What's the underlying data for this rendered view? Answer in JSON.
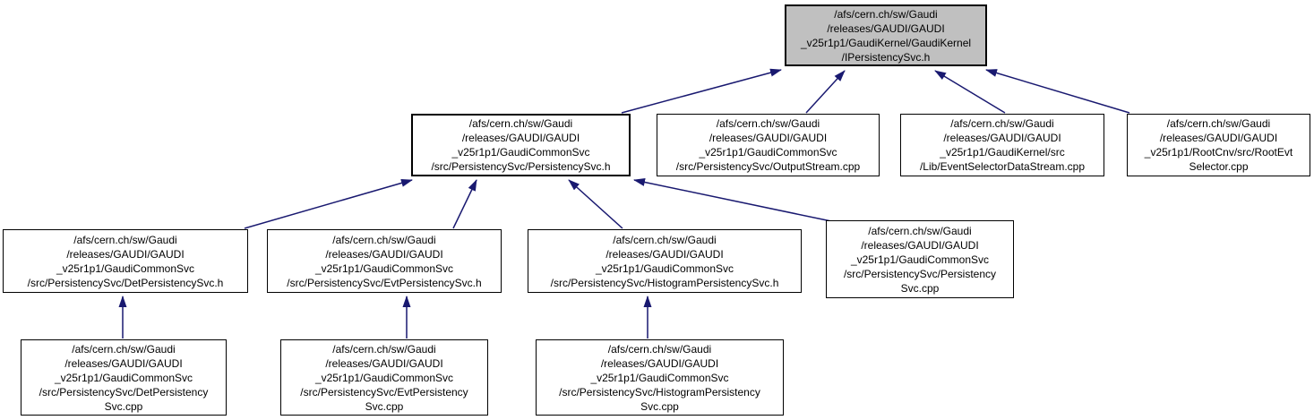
{
  "diagram": {
    "type": "include-dependency-graph",
    "description": "Doxygen 'included by' graph for IPersistencySvc.h",
    "background_color": "#ffffff",
    "edge_color": "#191970",
    "node_border_color": "#000000",
    "node_fill_color": "#ffffff",
    "root_fill_color": "#c0c0c0",
    "nodes": [
      {
        "id": "ipersistencysvc-h",
        "role": "root",
        "lines": [
          "/afs/cern.ch/sw/Gaudi",
          "/releases/GAUDI/GAUDI",
          "_v25r1p1/GaudiKernel/GaudiKernel",
          "/IPersistencySvc.h"
        ]
      },
      {
        "id": "persistencysvc-h",
        "role": "hub",
        "lines": [
          "/afs/cern.ch/sw/Gaudi",
          "/releases/GAUDI/GAUDI",
          "_v25r1p1/GaudiCommonSvc",
          "/src/PersistencySvc/PersistencySvc.h"
        ]
      },
      {
        "id": "outputstream-cpp",
        "role": "leaf",
        "lines": [
          "/afs/cern.ch/sw/Gaudi",
          "/releases/GAUDI/GAUDI",
          "_v25r1p1/GaudiCommonSvc",
          "/src/PersistencySvc/OutputStream.cpp"
        ]
      },
      {
        "id": "eventselectordatastream-cpp",
        "role": "leaf",
        "lines": [
          "/afs/cern.ch/sw/Gaudi",
          "/releases/GAUDI/GAUDI",
          "_v25r1p1/GaudiKernel/src",
          "/Lib/EventSelectorDataStream.cpp"
        ]
      },
      {
        "id": "rootevtselector-cpp",
        "role": "leaf",
        "lines": [
          "/afs/cern.ch/sw/Gaudi",
          "/releases/GAUDI/GAUDI",
          "_v25r1p1/RootCnv/src/RootEvt",
          "Selector.cpp"
        ]
      },
      {
        "id": "detpersistencysvc-h",
        "role": "branch",
        "lines": [
          "/afs/cern.ch/sw/Gaudi",
          "/releases/GAUDI/GAUDI",
          "_v25r1p1/GaudiCommonSvc",
          "/src/PersistencySvc/DetPersistencySvc.h"
        ]
      },
      {
        "id": "evtpersistencysvc-h",
        "role": "branch",
        "lines": [
          "/afs/cern.ch/sw/Gaudi",
          "/releases/GAUDI/GAUDI",
          "_v25r1p1/GaudiCommonSvc",
          "/src/PersistencySvc/EvtPersistencySvc.h"
        ]
      },
      {
        "id": "histogrampersistencysvc-h",
        "role": "branch",
        "lines": [
          "/afs/cern.ch/sw/Gaudi",
          "/releases/GAUDI/GAUDI",
          "_v25r1p1/GaudiCommonSvc",
          "/src/PersistencySvc/HistogramPersistencySvc.h"
        ]
      },
      {
        "id": "persistencysvc-cpp",
        "role": "leaf",
        "lines": [
          "/afs/cern.ch/sw/Gaudi",
          "/releases/GAUDI/GAUDI",
          "_v25r1p1/GaudiCommonSvc",
          "/src/PersistencySvc/Persistency",
          "Svc.cpp"
        ]
      },
      {
        "id": "detpersistencysvc-cpp",
        "role": "leaf",
        "lines": [
          "/afs/cern.ch/sw/Gaudi",
          "/releases/GAUDI/GAUDI",
          "_v25r1p1/GaudiCommonSvc",
          "/src/PersistencySvc/DetPersistency",
          "Svc.cpp"
        ]
      },
      {
        "id": "evtpersistencysvc-cpp",
        "role": "leaf",
        "lines": [
          "/afs/cern.ch/sw/Gaudi",
          "/releases/GAUDI/GAUDI",
          "_v25r1p1/GaudiCommonSvc",
          "/src/PersistencySvc/EvtPersistency",
          "Svc.cpp"
        ]
      },
      {
        "id": "histogrampersistencysvc-cpp",
        "role": "leaf",
        "lines": [
          "/afs/cern.ch/sw/Gaudi",
          "/releases/GAUDI/GAUDI",
          "_v25r1p1/GaudiCommonSvc",
          "/src/PersistencySvc/HistogramPersistency",
          "Svc.cpp"
        ]
      }
    ],
    "edges": [
      {
        "from": "persistencysvc-h",
        "to": "ipersistencysvc-h"
      },
      {
        "from": "outputstream-cpp",
        "to": "ipersistencysvc-h"
      },
      {
        "from": "eventselectordatastream-cpp",
        "to": "ipersistencysvc-h"
      },
      {
        "from": "rootevtselector-cpp",
        "to": "ipersistencysvc-h"
      },
      {
        "from": "detpersistencysvc-h",
        "to": "persistencysvc-h"
      },
      {
        "from": "evtpersistencysvc-h",
        "to": "persistencysvc-h"
      },
      {
        "from": "histogrampersistencysvc-h",
        "to": "persistencysvc-h"
      },
      {
        "from": "persistencysvc-cpp",
        "to": "persistencysvc-h"
      },
      {
        "from": "detpersistencysvc-cpp",
        "to": "detpersistencysvc-h"
      },
      {
        "from": "evtpersistencysvc-cpp",
        "to": "evtpersistencysvc-h"
      },
      {
        "from": "histogrampersistencysvc-cpp",
        "to": "histogrampersistencysvc-h"
      }
    ]
  }
}
